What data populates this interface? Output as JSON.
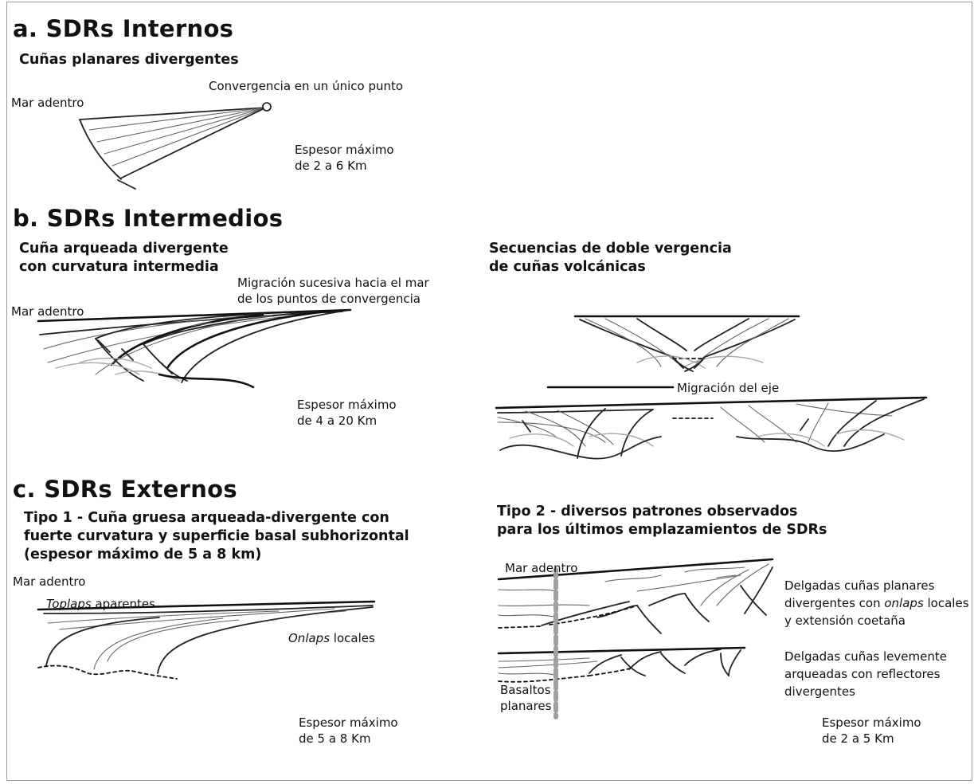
{
  "section_a": {
    "title": "a. SDRs Internos",
    "subtitle": "Cuñas planares divergentes",
    "offshore": "Mar adentro",
    "convergence": "Convergencia en un único punto",
    "thickness_line1": "Espesor máximo",
    "thickness_line2": "de 2 a 6 Km"
  },
  "section_b": {
    "title": "b. SDRs Intermedios",
    "left": {
      "subtitle_line1": "Cuña arqueada divergente",
      "subtitle_line2": "con curvatura intermedia",
      "migration_line1": "Migración sucesiva hacia el mar",
      "migration_line2": "de los puntos de convergencia",
      "offshore": "Mar adentro",
      "thickness_line1": "Espesor máximo",
      "thickness_line2": "de 4 a 20 Km"
    },
    "right": {
      "subtitle_line1": "Secuencias de doble vergencia",
      "subtitle_line2": "de cuñas volcánicas",
      "axis_migration": "Migración del eje"
    }
  },
  "section_c": {
    "title": "c. SDRs Externos",
    "type1": {
      "subtitle_line1": "Tipo 1 - Cuña gruesa arqueada-divergente con",
      "subtitle_line2": "fuerte curvatura y superficie basal subhorizontal",
      "subtitle_line3": "(espesor máximo de 5 a 8 km)",
      "offshore": "Mar adentro",
      "toplaps_term": "Toplaps",
      "toplaps_rest": " aparentes",
      "onlaps_term": "Onlaps",
      "onlaps_rest": " locales",
      "thickness_line1": "Espesor máximo",
      "thickness_line2": "de 5 a 8 Km"
    },
    "type2": {
      "subtitle_line1": "Tipo 2 - diversos patrones observados",
      "subtitle_line2": "para los últimos emplazamientos de SDRs",
      "offshore": "Mar adentro",
      "desc1_line1": "Delgadas cuñas planares",
      "desc1_line2_pre": "divergentes con ",
      "desc1_line2_term": "onlaps",
      "desc1_line2_post": " locales",
      "desc1_line3": "y extensión coetaña",
      "desc2_line1": "Delgadas cuñas levemente",
      "desc2_line2": "arqueadas con reflectores",
      "desc2_line3": "divergentes",
      "basalt_line1": "Basaltos",
      "basalt_line2": "planares",
      "thickness_line1": "Espesor máximo",
      "thickness_line2": "de 2 a 5 Km"
    }
  }
}
